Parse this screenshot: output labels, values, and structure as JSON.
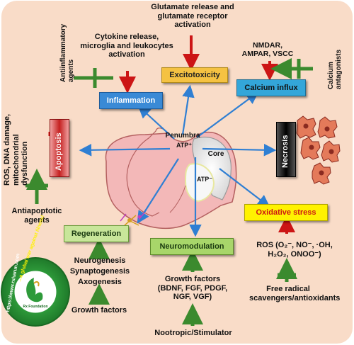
{
  "colors": {
    "background": "#f9dcc8",
    "arrow_blue": "#2f7fd3",
    "arrow_red": "#cc1515",
    "inhibit_green": "#3b8a2e",
    "brain_pink": "#f3b8b8",
    "core_gray": "#dcdcdc"
  },
  "labels": {
    "glutamate": "Glutamate release and glutamate receptor activation",
    "cytokine": "Cytokine release, microglia and leukocytes activation",
    "antiinflammatory": "Antiinflammatory agents",
    "nmdar": "NMDAR, AMPAR, VSCC",
    "calcium_antagonists": "Calcium antagonists",
    "ros_damage": "ROS, DNA damage, mitochondrial dysfunction",
    "antiapoptotic": "Antiapoptotic agents",
    "penumbra": "Penumbra",
    "atp_plus": "ATP⁺",
    "core": "Core",
    "atp_minus": "ATP⁻",
    "ros_species_line1": "ROS (O₂⁻, NO⁻, ·OH,",
    "ros_species_line2": "H₂O₂, ONOO⁻)",
    "free_radical": "Free radical scavengers/antioxidants",
    "neurogenesis": "Neurogenesis",
    "synaptogenesis": "Synaptogenesis",
    "axogenesis": "Axogenesis",
    "growth_factors": "Growth factors",
    "growth_factors_list_1": "Growth factors",
    "growth_factors_list_2": "(BDNF, FGF, PDGF,",
    "growth_factors_list_3": "NGF, VGF)",
    "nootropic": "Nootropic/Stimulator"
  },
  "boxes": {
    "excitotoxicity": "Excitotoxicity",
    "inflammation": "Inflammation",
    "calcium_influx": "Calcium influx",
    "apoptosis": "Apoptosis",
    "necrosis": "Necrosis",
    "oxidative_stress": "Oxidative stress",
    "regeneration": "Regeneration",
    "neuromodulation": "Neuromodulation"
  },
  "logo": {
    "text_top": "...a global war against illness!",
    "text_bottom": "https://www.rxharun.com",
    "center": "Rx Foundation"
  }
}
